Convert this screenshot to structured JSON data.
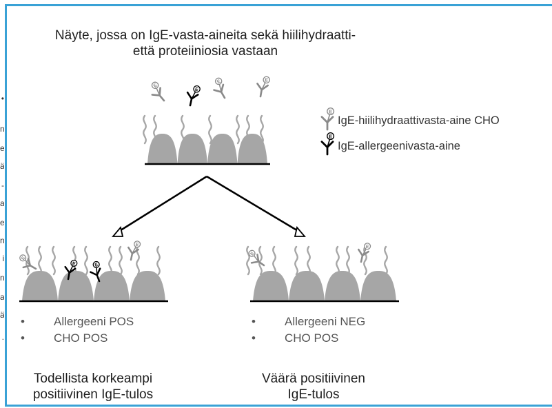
{
  "title": {
    "line1": "Näyte, jossa on IgE-vasta-aineita sekä hiilihydraatti-",
    "line2": "että proteiiniosia vastaan"
  },
  "legend": [
    {
      "label": "IgE-hiilihydraattivasta-aine CHO",
      "color": "#8a8a8a",
      "icon": "gray-antibody-icon"
    },
    {
      "label": "IgE-allergeenivasta-aine",
      "color": "#000000",
      "icon": "black-antibody-icon"
    }
  ],
  "antibody_badge": "E",
  "left_outcome": {
    "bullets": [
      "Allergeeni POS",
      "CHO POS"
    ],
    "result_line1": "Todellista korkeampi",
    "result_line2": "positiivinen IgE-tulos"
  },
  "right_outcome": {
    "bullets": [
      "Allergeeni NEG",
      "CHO POS"
    ],
    "result_line1": "Väärä positiivinen",
    "result_line2": "IgE-tulos"
  },
  "edge_text": [
    "•",
    "n",
    "e",
    "ä",
    "-",
    "a",
    "e",
    "n",
    "i",
    "n",
    "a",
    "ä",
    "."
  ],
  "colors": {
    "border": "#3aa2d6",
    "hill": "#a6a6a6",
    "carbohydrate": "#a6a6a6",
    "igg_cho": "#8a8a8a",
    "ige_allergen": "#000000"
  }
}
